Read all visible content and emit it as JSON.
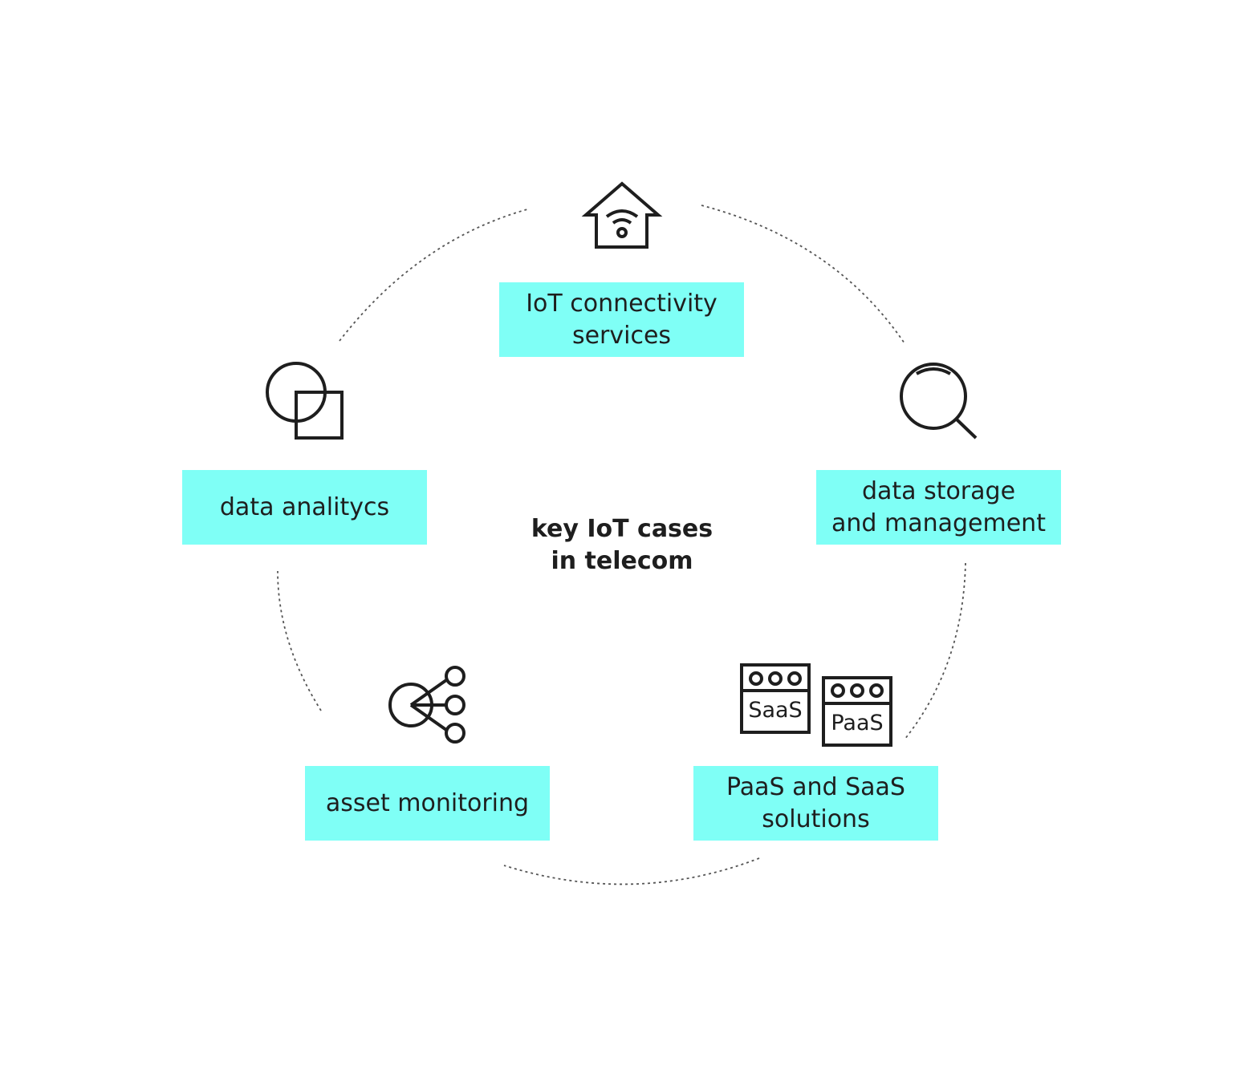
{
  "center_title": "key IoT cases\nin telecom",
  "colors": {
    "box_fill": "#7ffff6",
    "stroke": "#1e1e1e",
    "dash": "#555555"
  },
  "nodes": [
    {
      "id": "iot-connectivity",
      "label": "IoT connectivity\nservices",
      "icon": "smart-home-wifi-icon"
    },
    {
      "id": "data-storage",
      "label": "data storage\nand management",
      "icon": "magnifier-icon"
    },
    {
      "id": "paas-saas",
      "label": "PaaS and SaaS\nsolutions",
      "icon": "paas-saas-windows-icon"
    },
    {
      "id": "asset-monitoring",
      "label": "asset monitoring",
      "icon": "share-network-icon"
    },
    {
      "id": "data-analytics",
      "label": "data analitycs",
      "icon": "circle-square-overlap-icon"
    }
  ],
  "icon_texts": {
    "saas": "SaaS",
    "paas": "PaaS"
  }
}
